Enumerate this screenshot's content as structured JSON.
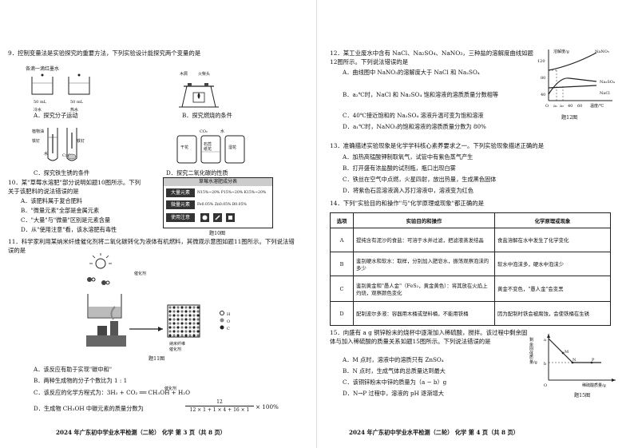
{
  "left": {
    "q9": {
      "stem": "9．控制变量法是实验探究的重要方法，下列实验设计能探究两个变量的是",
      "a_top": "各滴一滴红墨水",
      "a_cold": "50 mL\n冷水",
      "a_hot": "50 mL\n热水",
      "a_label": "A．探究分子运动",
      "b_wood": "木屑",
      "b_match": "火柴头",
      "b_label": "B．探究燃烧的条件",
      "c_oil": "植物油",
      "c_nail1": "铁钉",
      "c_nail2": "铁钉",
      "c_water": "水",
      "c_cao": "CaO",
      "c_label": "C．探究铁生锈的条件",
      "d_co2": "CO₂",
      "d_water": "水",
      "d_dry": "干花",
      "d_litmus": "石蕊\n纸花",
      "d_wet": "湿花",
      "d_label": "D．探究二氧化碳的性质"
    },
    "q10": {
      "stem": "10．某\"草莓水溶肥\"部分说明如题10图所示。下列关于该肥料的说法错误的是",
      "a": "A．该肥料属于复合肥料",
      "b": "B．\"微量元素\"全部是金属元素",
      "c": "C．\"大量\"与\"微量\"区别是元素含量",
      "d": "D．从\"使用注意\"看，该水溶肥有毒性",
      "fig_title": "草莓水溶肥成分表",
      "major_label": "大量元素",
      "major_val": "N15%~20%  P15%~20%  K15%~20%",
      "micro_label": "微量元素",
      "micro_val": "Fe0.05%  Zn0.05%  B0.05%",
      "use_label": "使用注意",
      "caption": "题10图"
    },
    "q11": {
      "stem": "11．科学家利用某纳米纤维催化剂将二氧化碳转化为液体有机燃料，其微观示意图如题11图所示。下列说法错误的是",
      "catalyst": "催化剂",
      "nano": "纳米纤维\n催化剂",
      "legend_h": "H",
      "legend_o": "O",
      "legend_c": "C",
      "caption": "题11图",
      "a": "A．该反应有助于实现\"碳中和\"",
      "b": "B．两种生成物的分子个数比为 1 : 1",
      "c": "C．该反应的化学方程式为：3H₂ + CO₂ ══ CH₃OH + H₂O",
      "c_cond": "催化剂",
      "d_pre": "D．生成物 CH₃OH 中碳元素的质量分数为",
      "d_num": "12",
      "d_den": "12 × 1 + 1 × 4 + 16 × 1",
      "d_post": "× 100%"
    },
    "footer": "2024 年广东初中学业水平检测（二轮）   化学   第 3 页（共 8 页）"
  },
  "right": {
    "q12": {
      "stem": "12．某工业废水中含有 NaCl、Na₂SO₄、NaNO₃，三种盐的溶解度曲线如题12图所示。下列说法错误的是",
      "a": "A．曲线图中 NaNO₃的溶解度大于 NaCl 和 Na₂SO₄",
      "b": "B．a₂℃时，NaCl 和 Na₂SO₄ 饱和溶液的溶质质量分数相等",
      "c": "C．40℃接近饱和的 Na₂SO₄ 溶液升温可变为饱和溶液",
      "d": "D．a₁℃时，NaNO₃的饱和溶液的溶质质量分数为 80%",
      "ylabel": "溶解度/g",
      "xlabel": "温度/℃",
      "y_ticks": [
        "120",
        "80",
        "40"
      ],
      "x_ticks": [
        "O",
        "a₁",
        "a₂",
        "40",
        "60"
      ],
      "s1": "NaNO₃",
      "s2": "Na₂SO₄",
      "s3": "NaCl",
      "caption": "题12图"
    },
    "q13": {
      "stem": "13．准确描述实验现象是化学学科核心素养要求之一。下列实验现象描述正确的是",
      "a": "A．加热高锰酸钾制取氧气，试管中有紫色蒸气产生",
      "b": "B．打开盛有浓盐酸的试剂瓶，瓶口出现白雾",
      "c": "C．铁丝在空气中点燃，火星四射，放出热量，生成黑色固体",
      "d": "D．将紫色石蕊溶液滴入苏打溶液中，溶液变为红色"
    },
    "q14": {
      "stem": "14．下列\"实验目的和操作\"与\"化学原理或现象\"都正确的是",
      "headers": [
        "选项",
        "实验目的和操作",
        "化学原理或现象"
      ],
      "rows": [
        [
          "A",
          "提纯含有泥沙的食盐：可溶于水并过滤，把滤液蒸发结晶",
          "食盐溶解在水中发生了化学变化"
        ],
        [
          "B",
          "鉴别硬水和软水：取样，分别加入肥皂水，振荡观察泡沫的多少",
          "软水中泡沫多，硬水中泡沫少"
        ],
        [
          "C",
          "鉴别黄金和\"愚人金\"（FeS₂，黄金黄色）：将其放在火焰上灼烧，观察颜色变化",
          "黄金不变色，\"愚人金\"会变黑"
        ],
        [
          "D",
          "配制波尔多液：容器用木桶或塑料桶，不能用铁桶",
          "因为配制时铁会被腐蚀，会使铁桶在生锈"
        ]
      ]
    },
    "q15": {
      "stem": "15．向盛有 a g 铜锌粉末的烧杯中逐渐加入稀硫酸，搅拌。该过程中剩余固体与加入稀硫酸的质量关系如题15图所示。下列说法错误的是",
      "a": "A．M 点时，溶液中的溶质只有 ZnSO₄",
      "b": "B．N 点时，生成气体的总质量达到最大",
      "c": "C．该铜锌粉末中锌的质量为（a − b）g",
      "d": "D．N→P 过程中，溶液的 pH 逐渐增大",
      "ylabel": "剩余固体质量/g",
      "xlabel": "稀硫酸质量/g",
      "pa": "a",
      "pb": "b",
      "pm": "M",
      "pn": "N",
      "pp": "P",
      "po": "O",
      "caption": "题15图"
    },
    "footer": "2024 年广东初中学业水平检测（二轮）   化学   第 4 页（共 8 页）"
  }
}
